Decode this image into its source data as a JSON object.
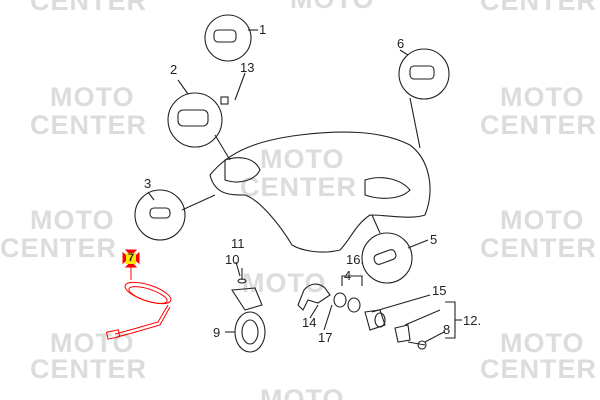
{
  "watermark": {
    "line1": "MOTO",
    "line2": "CENTER"
  },
  "callouts": {
    "p1": "1",
    "p2": "2",
    "p3": "3",
    "p4": "4",
    "p5": "5",
    "p6": "6",
    "p7": "7",
    "p8": "8",
    "p9": "9",
    "p10": "10",
    "p11": "11",
    "p12": "12.",
    "p13": "13",
    "p14": "14",
    "p15": "15",
    "p16": "16.",
    "p17": "17"
  },
  "colors": {
    "highlight": "#ff0000",
    "selected_label_bg": "#ffe600",
    "watermark": "#dcdcdc"
  }
}
